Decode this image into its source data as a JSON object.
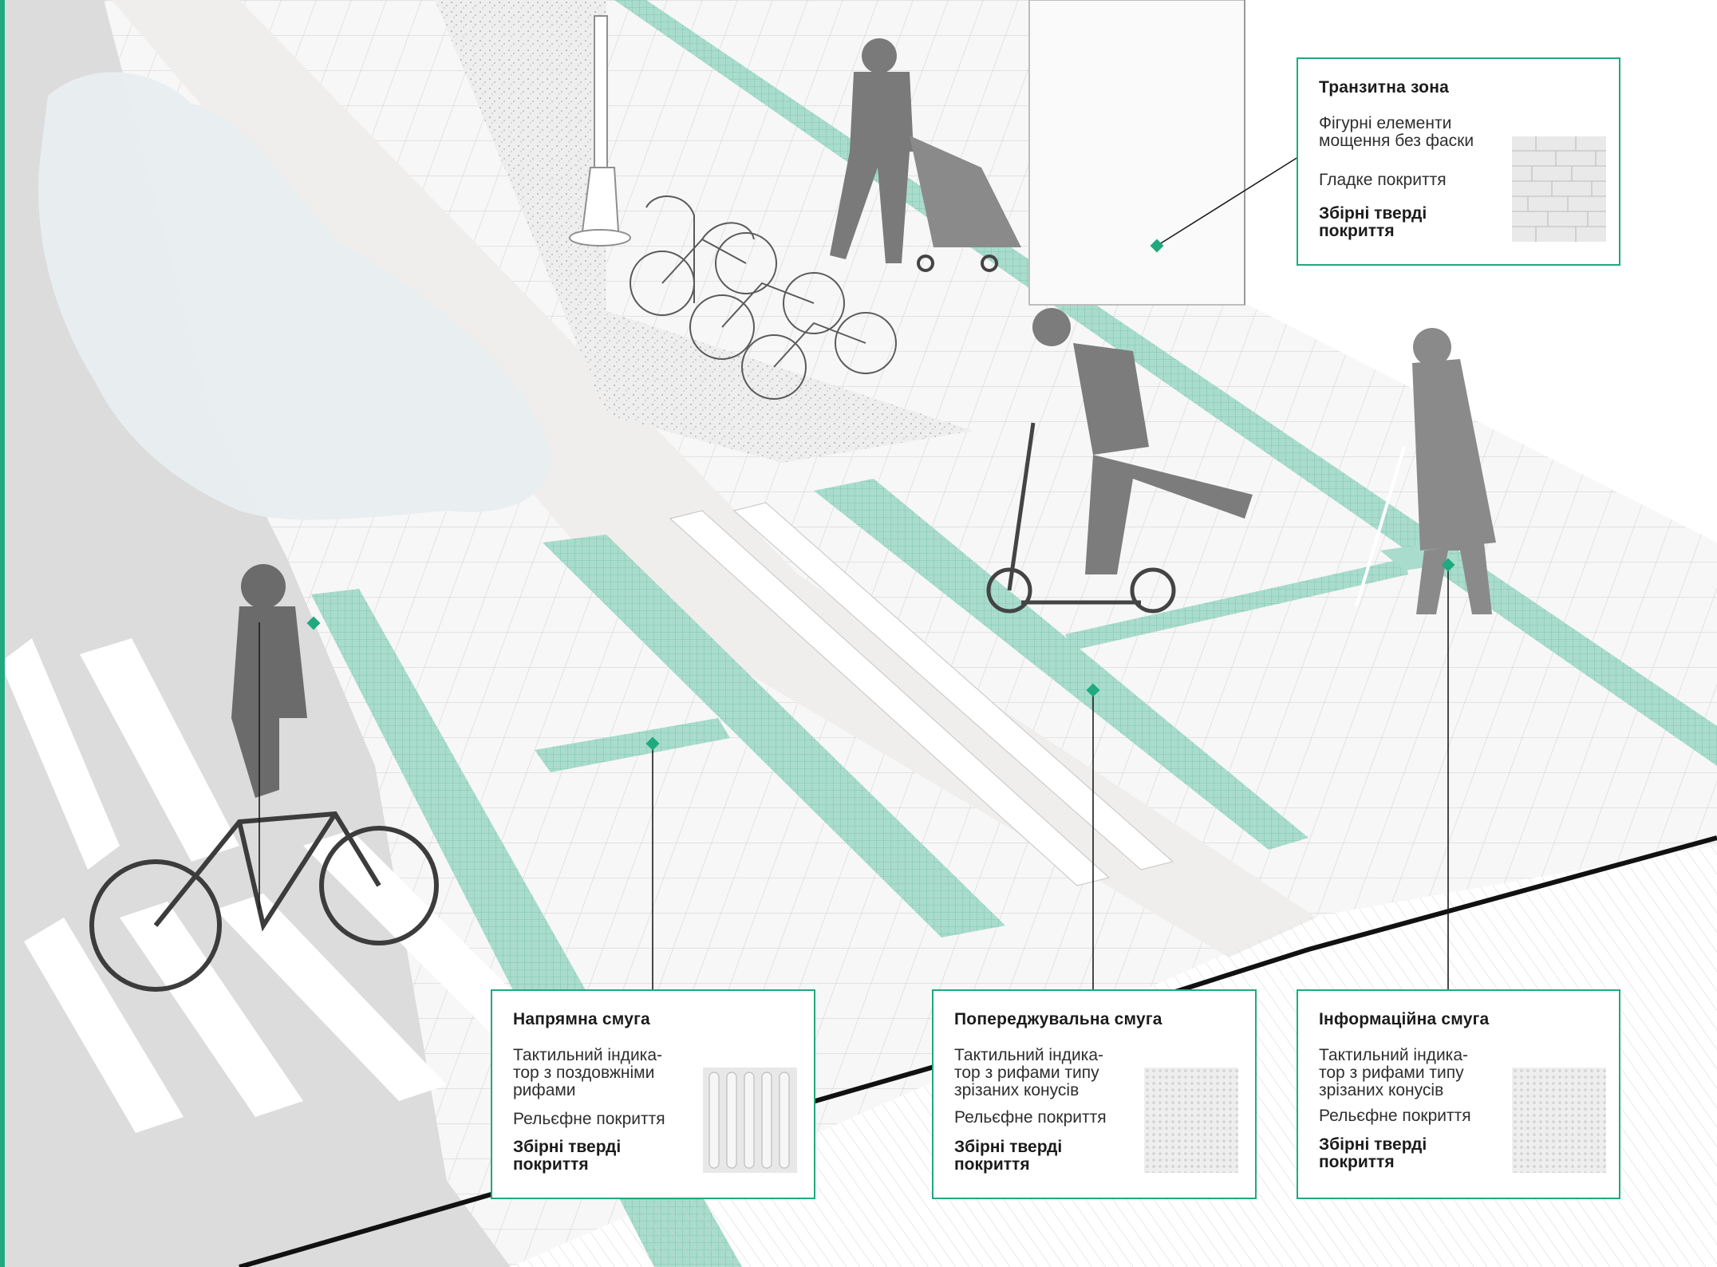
{
  "colors": {
    "accent": "#1fa97f",
    "tactile": "#a9dccc",
    "asphalt": "#dcdcdc",
    "paving": "#f7f7f7",
    "bikelane": "#f0eeec"
  },
  "callouts": {
    "transit": {
      "title": "Транзитна зона",
      "description": "Фігурні елементи\nмощення без фаски",
      "coverage": "Гладке покриття",
      "material": "Збірні тверді\nпокриття",
      "swatch": "brick-paving-swatch"
    },
    "guide": {
      "title": "Напрямна смуга",
      "description": "Тактильний індика-\nтор з поздовжніми\nрифами",
      "coverage": "Рельєфне покриття",
      "material": "Збірні тверді\nпокриття",
      "swatch": "longitudinal-ribs-swatch"
    },
    "warning": {
      "title": "Попереджувальна смуга",
      "description": "Тактильний індика-\nтор з рифами типу\nзрізаних конусів",
      "coverage": "Рельєфне покриття",
      "material": "Збірні тверді\nпокриття",
      "swatch": "truncated-cones-swatch"
    },
    "info": {
      "title": "Інформаційна смуга",
      "description": "Тактильний індика-\nтор з рифами типу\nзрізаних конусів",
      "coverage": "Рельєфне покриття",
      "material": "Збірні тверді\nпокриття",
      "swatch": "truncated-cones-swatch"
    }
  },
  "figures": [
    "cyclist",
    "woman-with-stroller",
    "scooter-rider",
    "elderly-man-with-cane",
    "bicycle-rack",
    "street-lamp",
    "tree-silhouette"
  ]
}
